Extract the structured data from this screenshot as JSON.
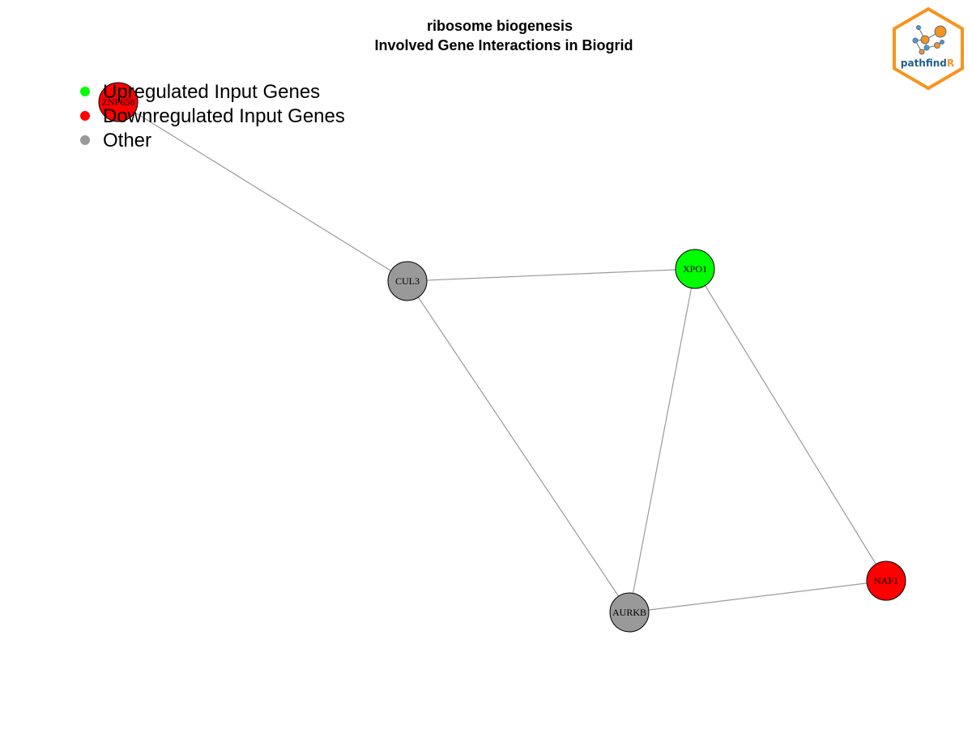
{
  "title": {
    "line1": "ribosome biogenesis",
    "line2": "Involved Gene Interactions in Biogrid"
  },
  "legend": [
    {
      "label": "Upregulated Input Genes",
      "color": "#00ff00"
    },
    {
      "label": "Downregulated Input Genes",
      "color": "#ff0000"
    },
    {
      "label": "Other",
      "color": "#999999"
    }
  ],
  "logo": {
    "text_main": "pathfind",
    "text_accent": "R",
    "border_color": "#f7931e",
    "text_color": "#1f5f8b"
  },
  "nodes": [
    {
      "id": "ZNF658",
      "label": "ZNF658",
      "color": "#ff0000"
    },
    {
      "id": "CUL3",
      "label": "CUL3",
      "color": "#999999"
    },
    {
      "id": "XPO1",
      "label": "XPO1",
      "color": "#00ff00"
    },
    {
      "id": "NAF1",
      "label": "NAF1",
      "color": "#ff0000"
    },
    {
      "id": "AURKB",
      "label": "AURKB",
      "color": "#999999"
    }
  ],
  "edges": [
    [
      "ZNF658",
      "CUL3"
    ],
    [
      "CUL3",
      "XPO1"
    ],
    [
      "CUL3",
      "AURKB"
    ],
    [
      "XPO1",
      "AURKB"
    ],
    [
      "XPO1",
      "NAF1"
    ],
    [
      "AURKB",
      "NAF1"
    ]
  ]
}
